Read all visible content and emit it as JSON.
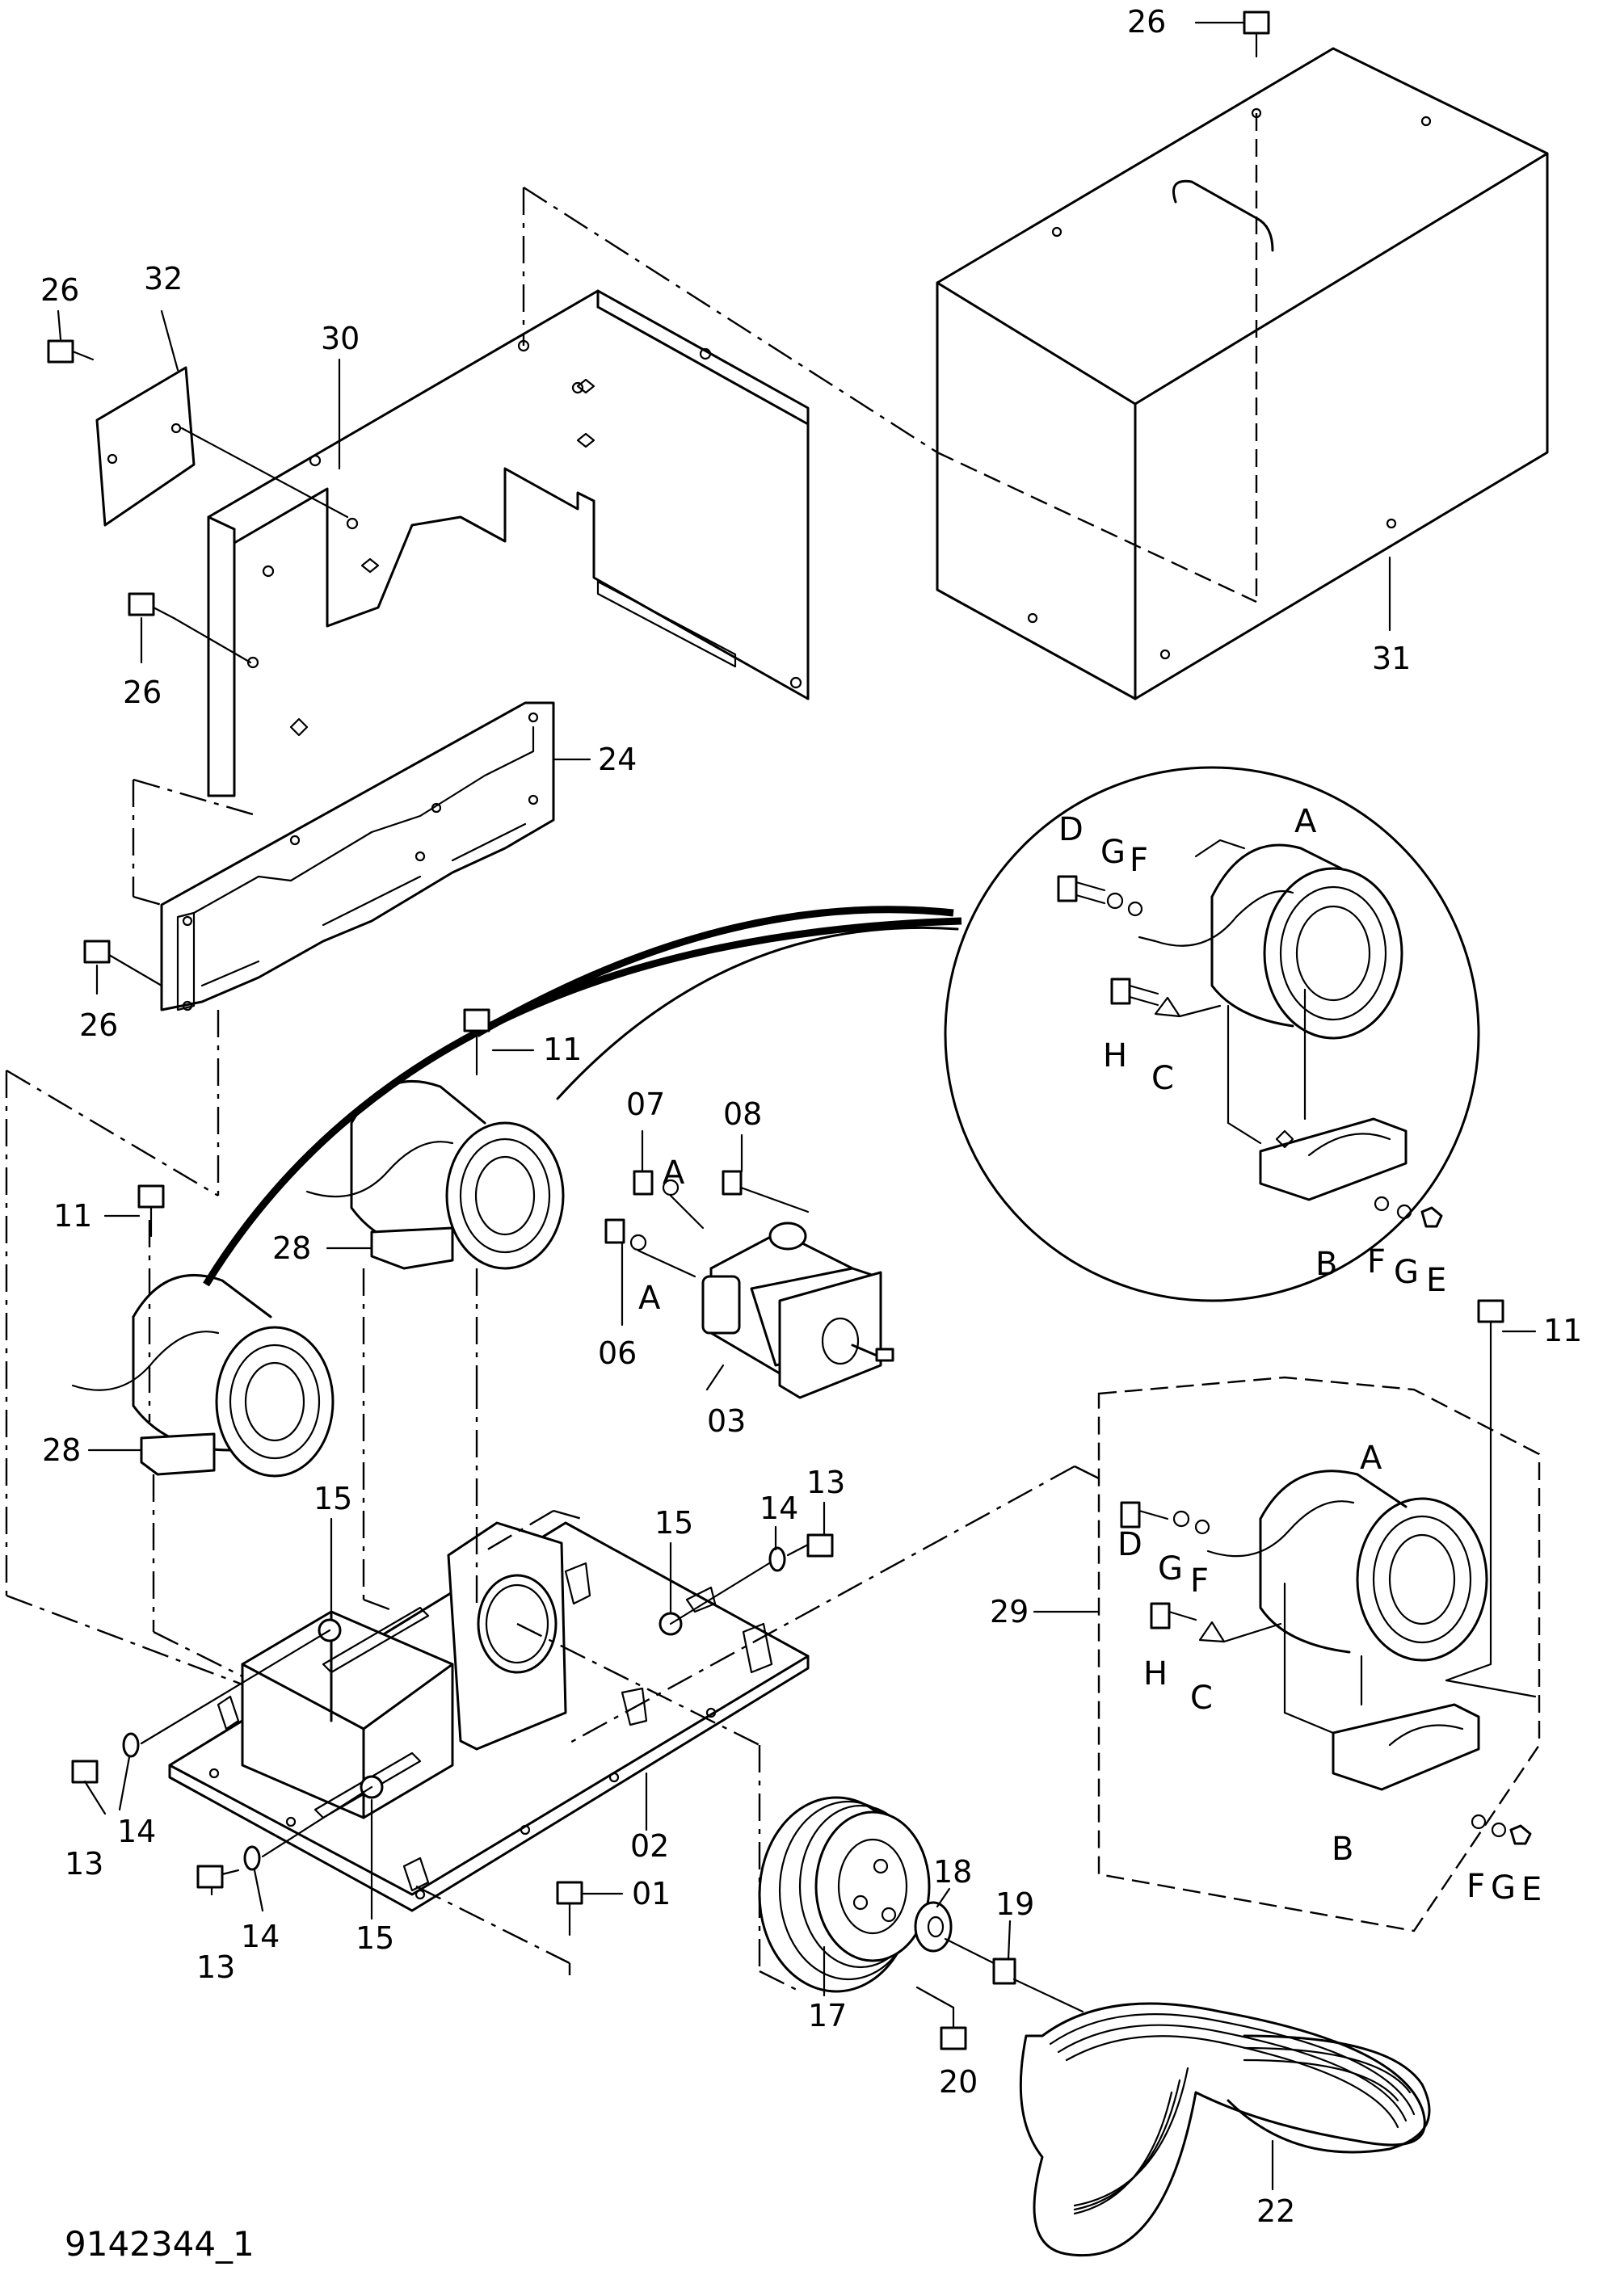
{
  "drawing_number": "9142344_1",
  "callouts": {
    "c26a": "26",
    "c26b": "26",
    "c26c": "26",
    "c26d": "26",
    "c32": "32",
    "c30": "30",
    "c31": "31",
    "c24": "24",
    "c11a": "11",
    "c11b": "11",
    "c11c": "11",
    "c28a": "28",
    "c28b": "28",
    "c07": "07",
    "c08": "08",
    "c06": "06",
    "c03": "03",
    "c15a": "15",
    "c15b": "15",
    "c15c": "15",
    "c13a": "13",
    "c13b": "13",
    "c13c": "13",
    "c14a": "14",
    "c14b": "14",
    "c14c": "14",
    "c02": "02",
    "c01": "01",
    "c17": "17",
    "c18": "18",
    "c19": "19",
    "c20": "20",
    "c22": "22",
    "c29": "29"
  },
  "letters": {
    "detail": {
      "D": "D",
      "G": "G",
      "F": "F",
      "A": "A",
      "H": "H",
      "C": "C",
      "B": "B",
      "F2": "F",
      "G2": "G",
      "E": "E"
    },
    "assy29": {
      "A": "A",
      "D": "D",
      "G": "G",
      "F": "F",
      "H": "H",
      "C": "C",
      "B": "B",
      "F2": "F",
      "G2": "G",
      "E": "E"
    },
    "fitting_A1": "A",
    "fitting_A2": "A"
  }
}
